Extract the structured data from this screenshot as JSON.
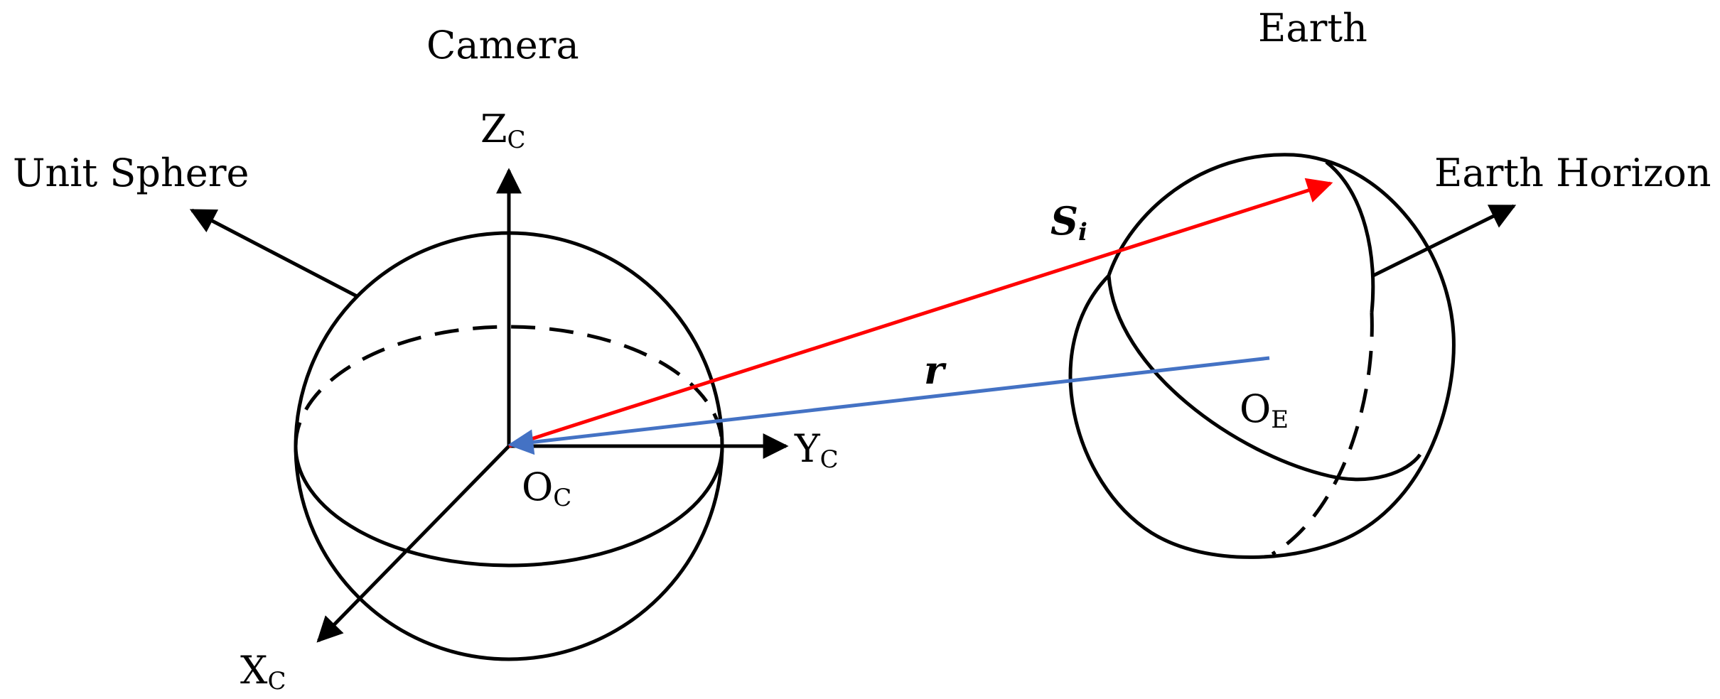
{
  "labels": {
    "camera": "Camera",
    "earth": "Earth",
    "unit_sphere": "Unit Sphere",
    "earth_horizon": "Earth Horizon",
    "zc": {
      "main": "Z",
      "sub": "C"
    },
    "yc": {
      "main": "Y",
      "sub": "C"
    },
    "xc": {
      "main": "X",
      "sub": "C"
    },
    "oc": {
      "main": "O",
      "sub": "C"
    },
    "oe": {
      "main": "O",
      "sub": "E"
    },
    "si": {
      "main": "S",
      "sub": "i"
    },
    "r": "r"
  },
  "colors": {
    "axis": "#000000",
    "s_vector": "#ff0000",
    "r_vector": "#4472c4"
  }
}
